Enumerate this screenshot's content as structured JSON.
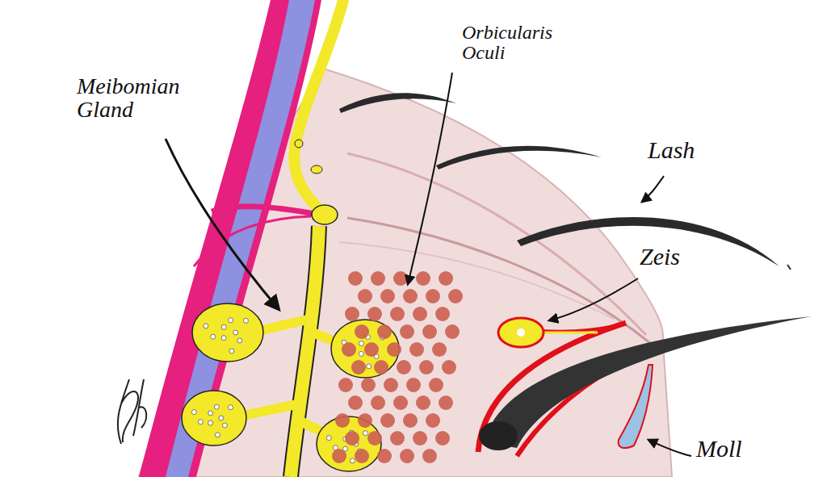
{
  "diagram": {
    "labels": [
      "Meibomian Gland",
      "Orbicularis Oculi",
      "Lash",
      "Zeis",
      "Moll"
    ]
  }
}
